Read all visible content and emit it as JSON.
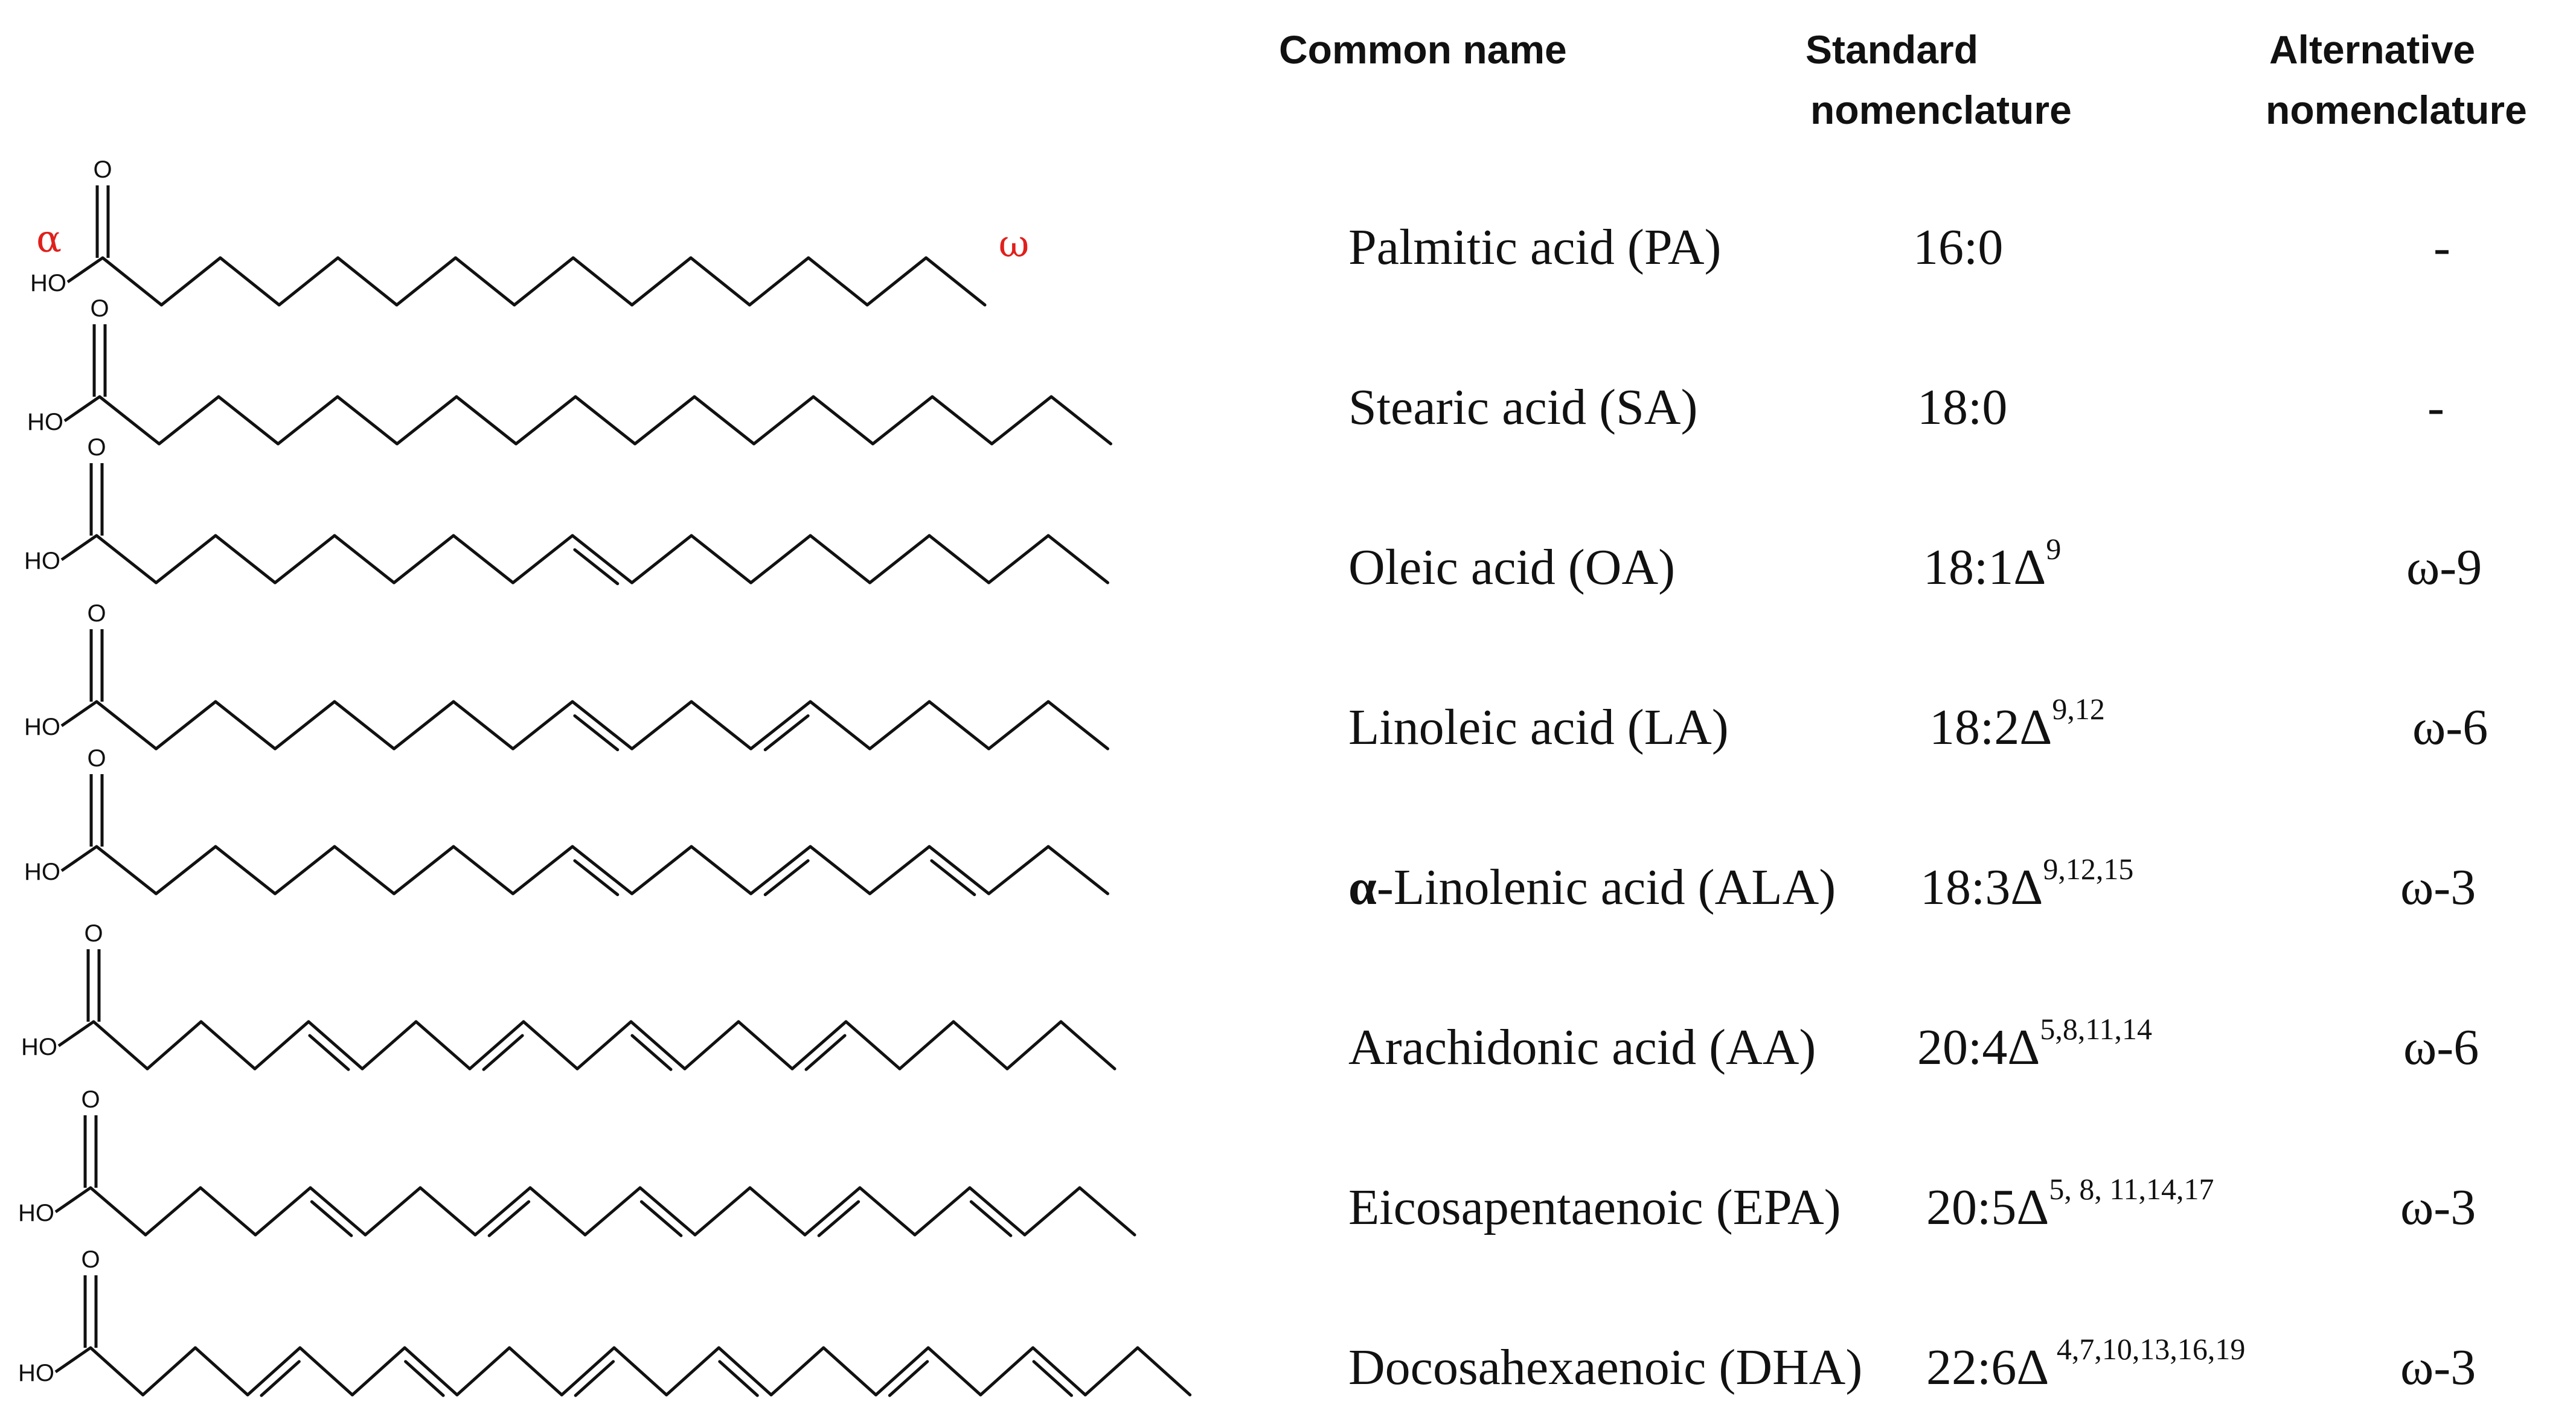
{
  "headers": {
    "common_name": "Common name",
    "standard_line1": "Standard",
    "standard_line2": "nomenclature",
    "alternative_line1": "Alternative",
    "alternative_line2": "nomenclature"
  },
  "labels": {
    "alpha": "α",
    "omega": "ω",
    "hydroxyl": "HO",
    "oxygen": "O"
  },
  "colors": {
    "greek_label": "#e0201c",
    "bond": "#111111"
  },
  "fatty_acids": [
    {
      "name_prefix": "",
      "name": "Palmitic acid (PA)",
      "standard_base": "16:0",
      "standard_sup": "",
      "alternative": "-",
      "carbons": 16,
      "double_bonds": []
    },
    {
      "name_prefix": "",
      "name": "Stearic acid (SA)",
      "standard_base": "18:0",
      "standard_sup": "",
      "alternative": "-",
      "carbons": 18,
      "double_bonds": []
    },
    {
      "name_prefix": "",
      "name": "Oleic acid (OA)",
      "standard_base": "18:1Δ",
      "standard_sup": "9",
      "alternative": "ω-9",
      "carbons": 18,
      "double_bonds": [
        9
      ]
    },
    {
      "name_prefix": "",
      "name": "Linoleic acid (LA)",
      "standard_base": "18:2Δ",
      "standard_sup": "9,12",
      "alternative": "ω-6",
      "carbons": 18,
      "double_bonds": [
        9,
        12
      ]
    },
    {
      "name_prefix": "α",
      "name": "-Linolenic acid (ALA)",
      "standard_base": "18:3Δ",
      "standard_sup": "9,12,15",
      "alternative": "ω-3",
      "carbons": 18,
      "double_bonds": [
        9,
        12,
        15
      ]
    },
    {
      "name_prefix": "",
      "name": "Arachidonic acid (AA)",
      "standard_base": "20:4Δ",
      "standard_sup": "5,8,11,14",
      "alternative": "ω-6",
      "carbons": 20,
      "double_bonds": [
        5,
        8,
        11,
        14
      ]
    },
    {
      "name_prefix": "",
      "name": "Eicosapentaenoic (EPA)",
      "standard_base": "20:5Δ",
      "standard_sup": "5, 8, 11,14,17",
      "alternative": "ω-3",
      "carbons": 20,
      "double_bonds": [
        5,
        8,
        11,
        14,
        17
      ]
    },
    {
      "name_prefix": "",
      "name": "Docosahexaenoic (DHA)",
      "standard_base": "22:6Δ",
      "standard_sup": " 4,7,10,13,16,19",
      "alternative": "ω-3",
      "carbons": 22,
      "double_bonds": [
        4,
        7,
        10,
        13,
        16,
        19
      ]
    }
  ]
}
